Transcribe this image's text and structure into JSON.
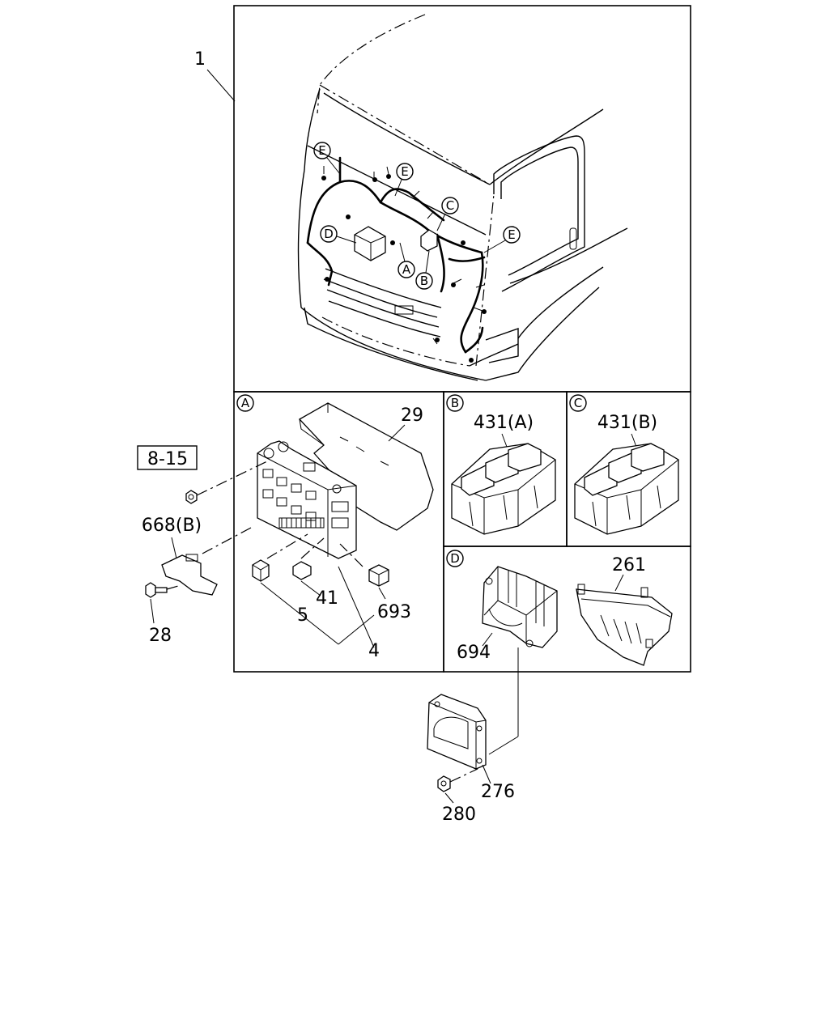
{
  "callouts": {
    "harness": "1",
    "ref": "8-15",
    "bracket": "668(B)",
    "bolt": "28",
    "fuse_box_cover": "29",
    "relay_5": "5",
    "relay_41": "41",
    "group_4": "4",
    "relay_693": "693",
    "relay_block_a": "431(A)",
    "relay_block_b": "431(B)",
    "ecu_cover": "261",
    "ecu_box": "694",
    "ecu_bracket": "276",
    "nut": "280"
  },
  "zone_markers": {
    "A": "A",
    "B": "B",
    "C": "C",
    "D": "D",
    "E": "E"
  }
}
